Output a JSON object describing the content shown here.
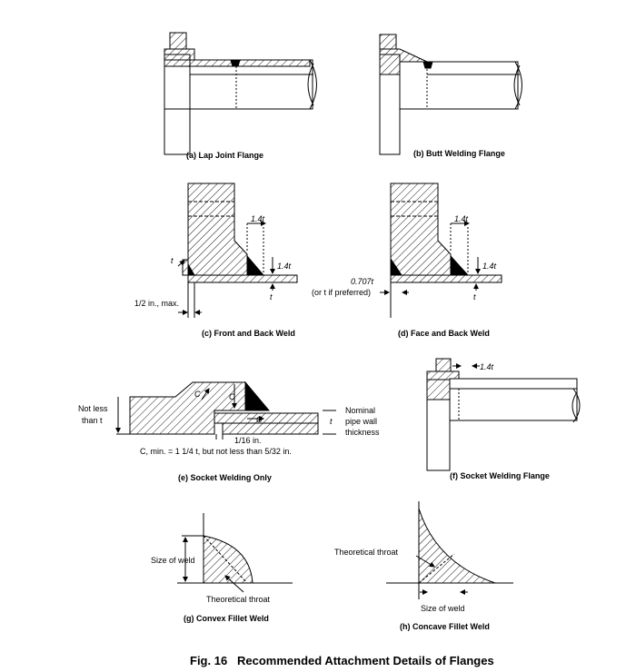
{
  "captions": {
    "a": "(a) Lap Joint Flange",
    "b": "(b) Butt Welding Flange",
    "c": "(c) Front and Back Weld",
    "d": "(d) Face and Back Weld",
    "e": "(e) Socket Welding Only",
    "f": "(f) Socket Welding Flange",
    "g": "(g) Convex Fillet Weld",
    "h": "(h) Concave Fillet Weld"
  },
  "figure_title": "Fig. 16   Recommended Attachment Details of Flanges",
  "labels": {
    "dim_14t": "1.4t",
    "t": "t",
    "half_in_max": "1/2 in., max.",
    "dim_0707t": "0.707t",
    "or_t_pref": "(or t if preferred)",
    "not_less": "Not less",
    "than_t": "than t",
    "c": "C",
    "nominal": "Nominal",
    "pipe_wall": "pipe wall",
    "thickness": "thickness",
    "sixteenth": "1/16 in.",
    "c_min": "C, min. = 1 1/4 t, but not less than 5/32 in.",
    "size_of_weld": "Size of weld",
    "theoretical_throat": "Theoretical throat"
  }
}
